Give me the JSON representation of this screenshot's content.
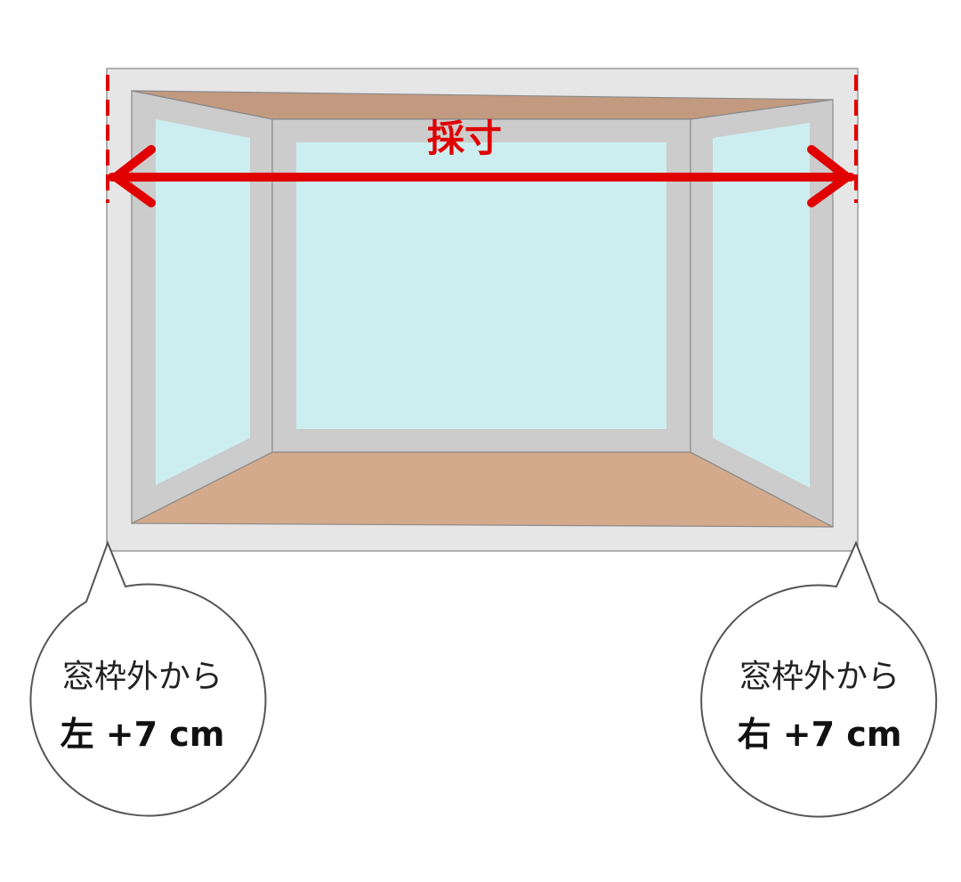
{
  "measurement": {
    "label": "採寸"
  },
  "callouts": {
    "left": {
      "line1": "窓枠外から",
      "line2": "左 +7 cm"
    },
    "right": {
      "line1": "窓枠外から",
      "line2": "右 +7 cm"
    }
  },
  "colors": {
    "frame": "#e6e6e6",
    "panel_frame": "#cccccc",
    "glass": "#cdeef0",
    "ceiling": "#c29a80",
    "floor": "#d4aa8c",
    "measure_arrow": "#e00000"
  }
}
